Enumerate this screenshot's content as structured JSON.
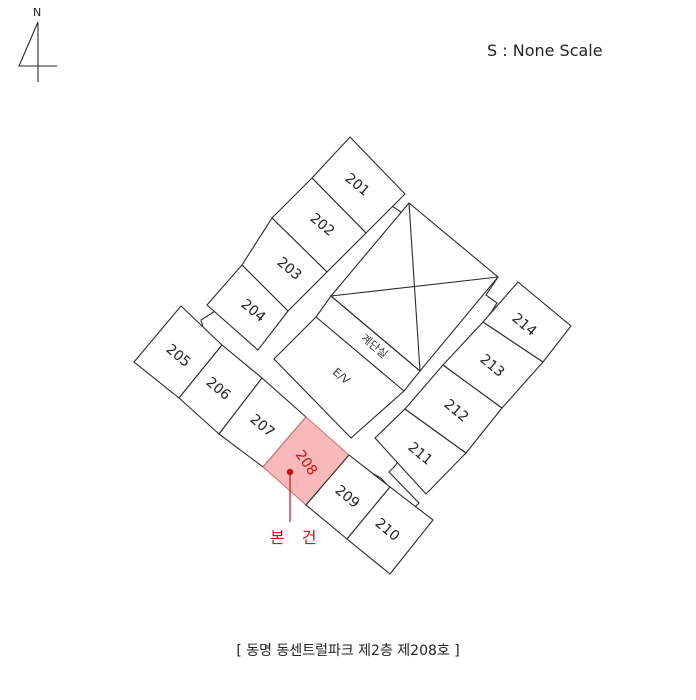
{
  "north": {
    "letter": "N"
  },
  "scale": {
    "text": "S : None Scale"
  },
  "rooms": {
    "stair": "계단실",
    "elevator": "E/V"
  },
  "units": [
    {
      "label": "201",
      "highlight": false
    },
    {
      "label": "202",
      "highlight": false
    },
    {
      "label": "203",
      "highlight": false
    },
    {
      "label": "204",
      "highlight": false
    },
    {
      "label": "205",
      "highlight": false
    },
    {
      "label": "206",
      "highlight": false
    },
    {
      "label": "207",
      "highlight": false
    },
    {
      "label": "208",
      "highlight": true
    },
    {
      "label": "209",
      "highlight": false
    },
    {
      "label": "210",
      "highlight": false
    },
    {
      "label": "211",
      "highlight": false
    },
    {
      "label": "212",
      "highlight": false
    },
    {
      "label": "213",
      "highlight": false
    },
    {
      "label": "214",
      "highlight": false
    }
  ],
  "marker": {
    "label": "본 건",
    "color": "#cc1111"
  },
  "caption": {
    "text": "[ 동명 동센트럴파크 제2층 제208호 ]"
  },
  "colors": {
    "highlight_fill": "#f7b9b9",
    "marker": "#cc1111",
    "line": "#2a2a2a"
  }
}
